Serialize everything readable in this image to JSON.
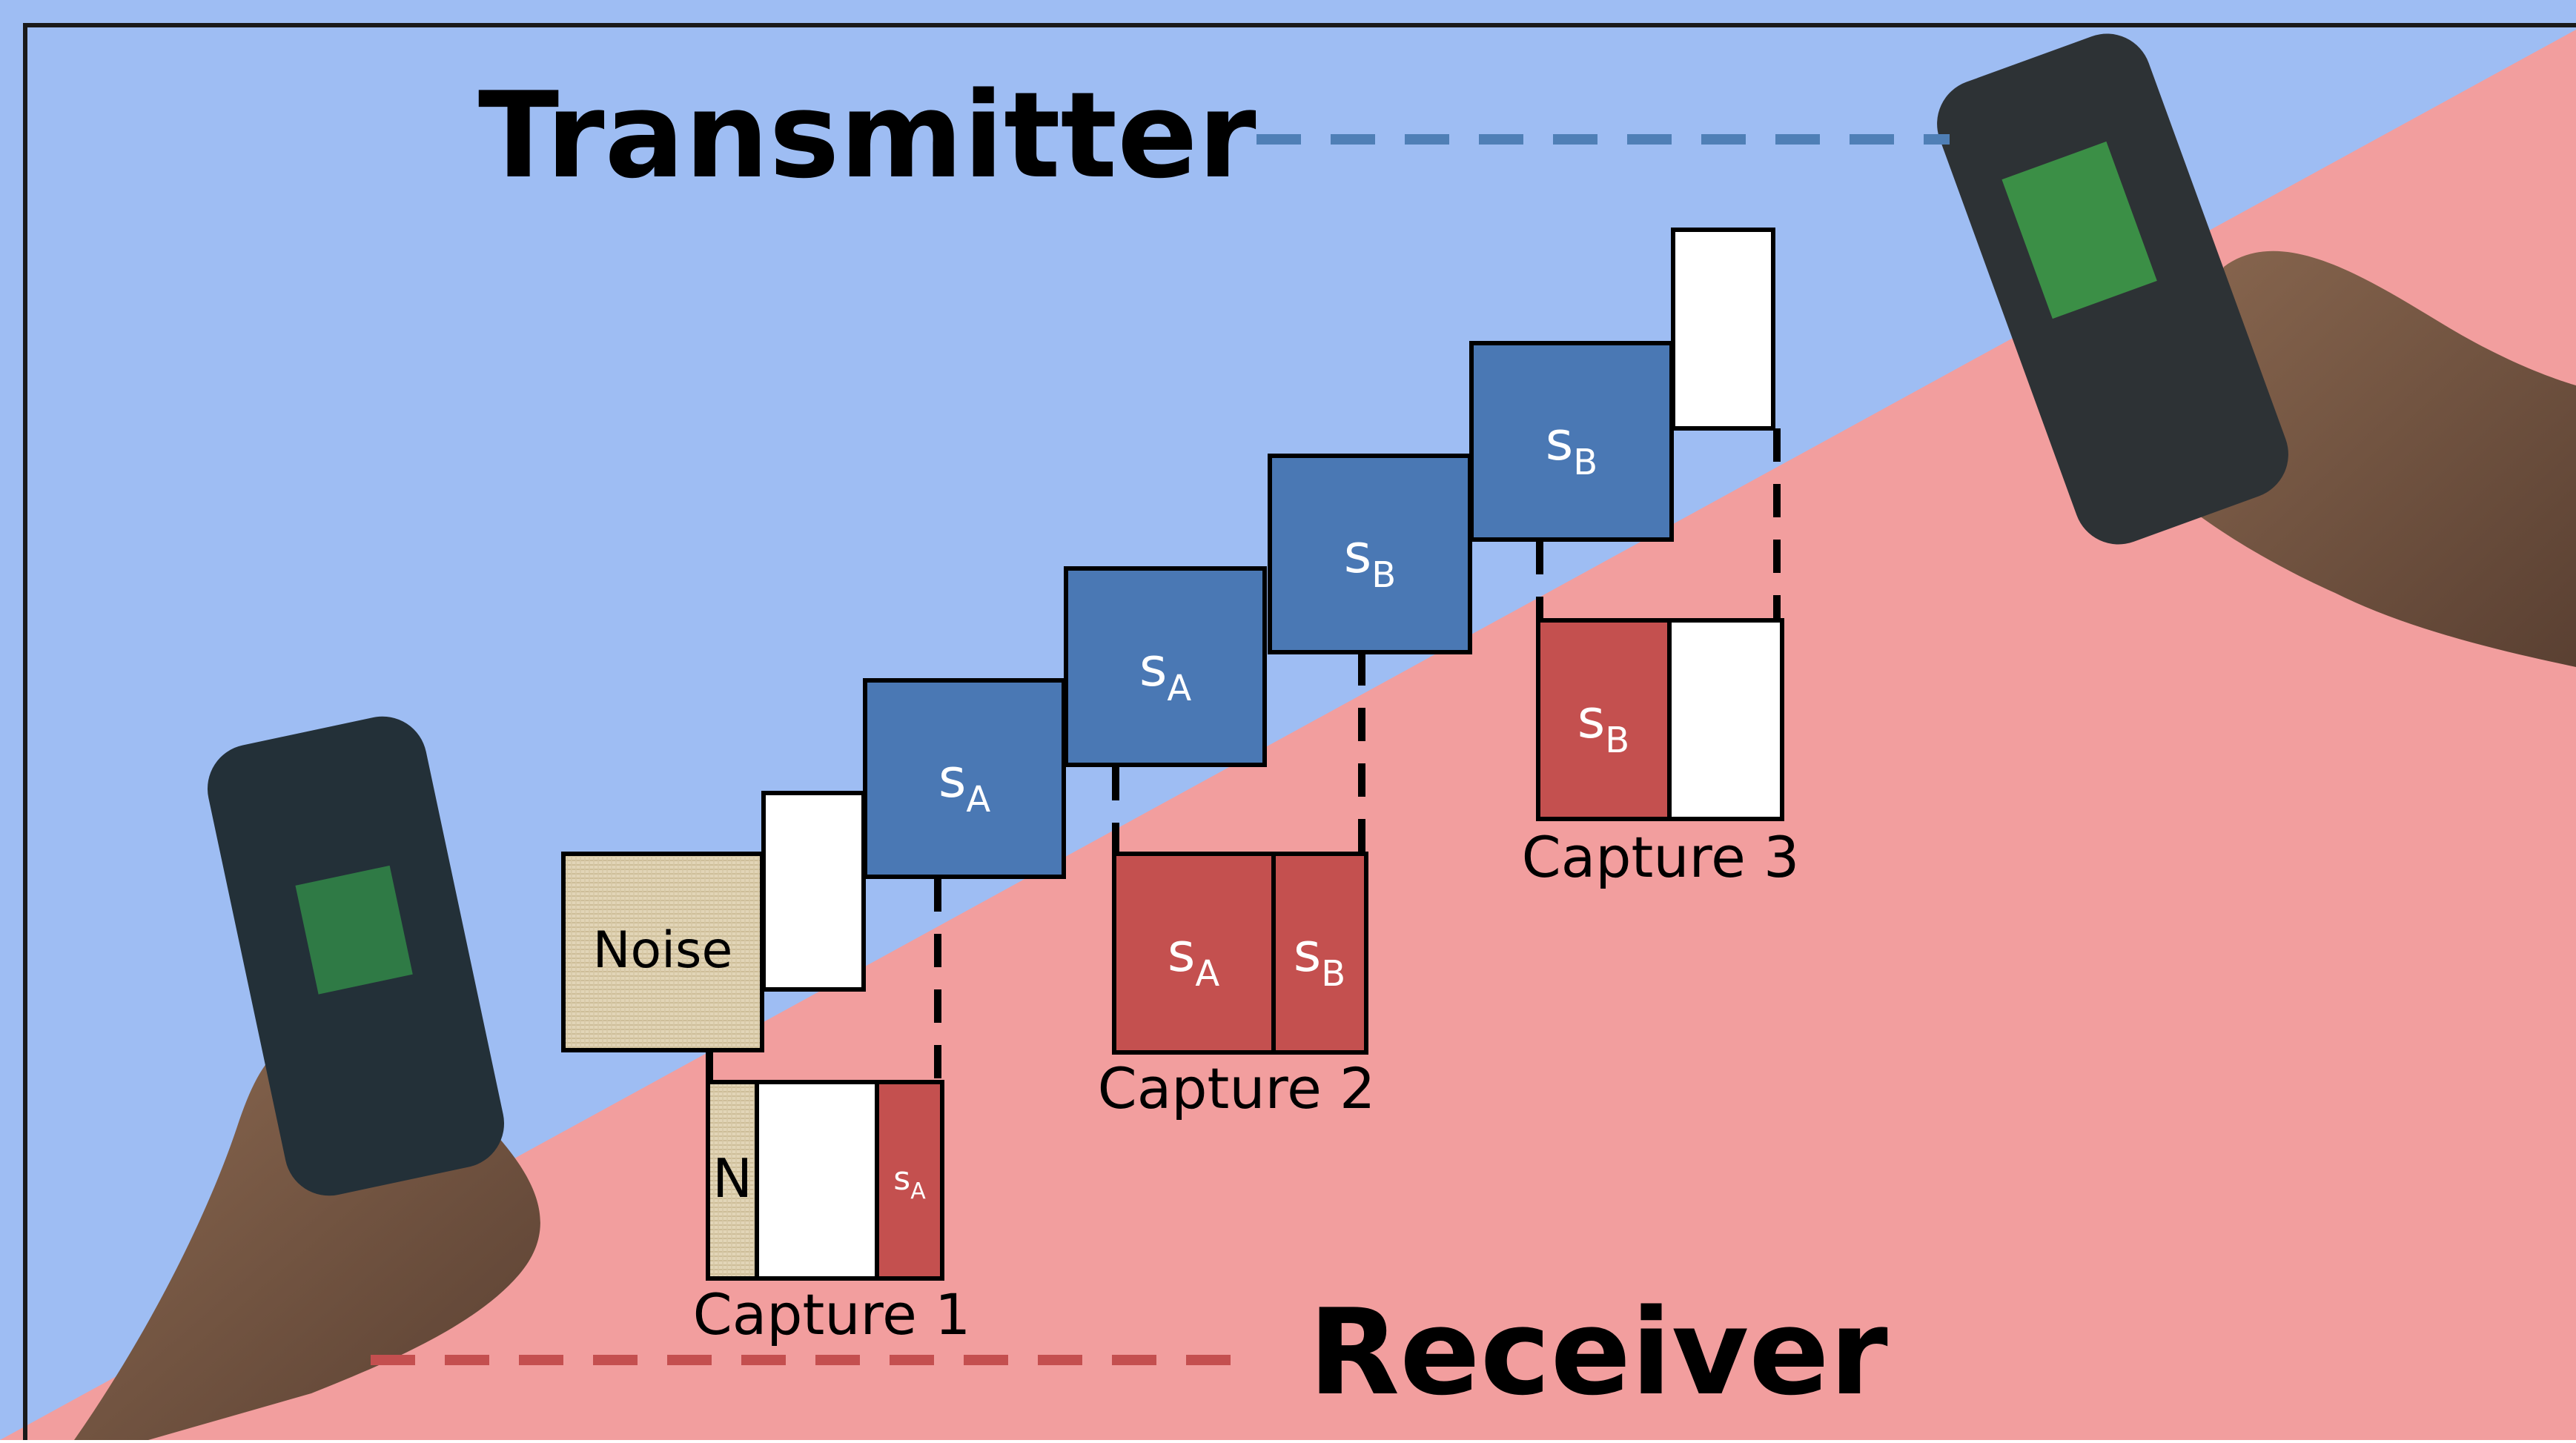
{
  "labels": {
    "transmitter": "Transmitter",
    "receiver": "Receiver",
    "noise": "Noise",
    "noise_short": "N",
    "capture1": "Capture 1",
    "capture2": "Capture 2",
    "capture3": "Capture 3"
  },
  "symbols": {
    "s": "s",
    "a": "A",
    "b": "B"
  },
  "colors": {
    "transmitter_region": "#9ebdf3",
    "receiver_region": "#f29e9e",
    "transmit_block": "#4a78b4",
    "receive_block": "#c4504f",
    "noise_block": "#e2d5b7",
    "transmitter_line": "#4f7fb6",
    "receiver_line": "#c44f4f"
  }
}
